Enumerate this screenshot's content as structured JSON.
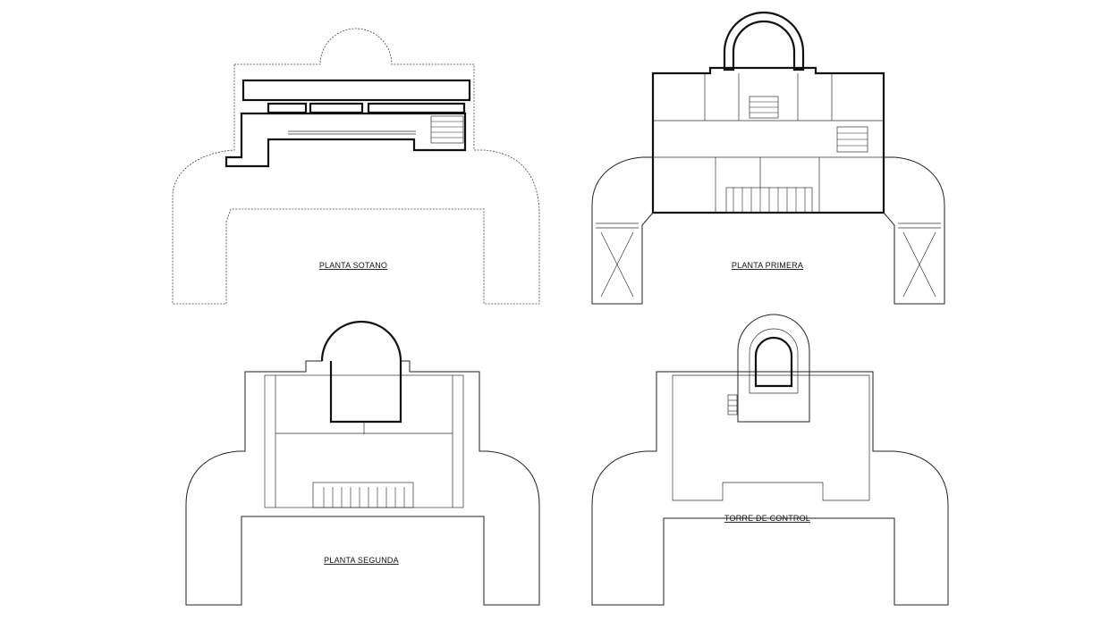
{
  "plans": {
    "sotano": {
      "title": "PLANTA SOTANO"
    },
    "primera": {
      "title": "PLANTA PRIMERA"
    },
    "segunda": {
      "title": "PLANTA SEGUNDA"
    },
    "torre": {
      "title": "TORRE DE CONTROL"
    }
  },
  "colors": {
    "ink": "#111111",
    "paper": "#ffffff"
  }
}
